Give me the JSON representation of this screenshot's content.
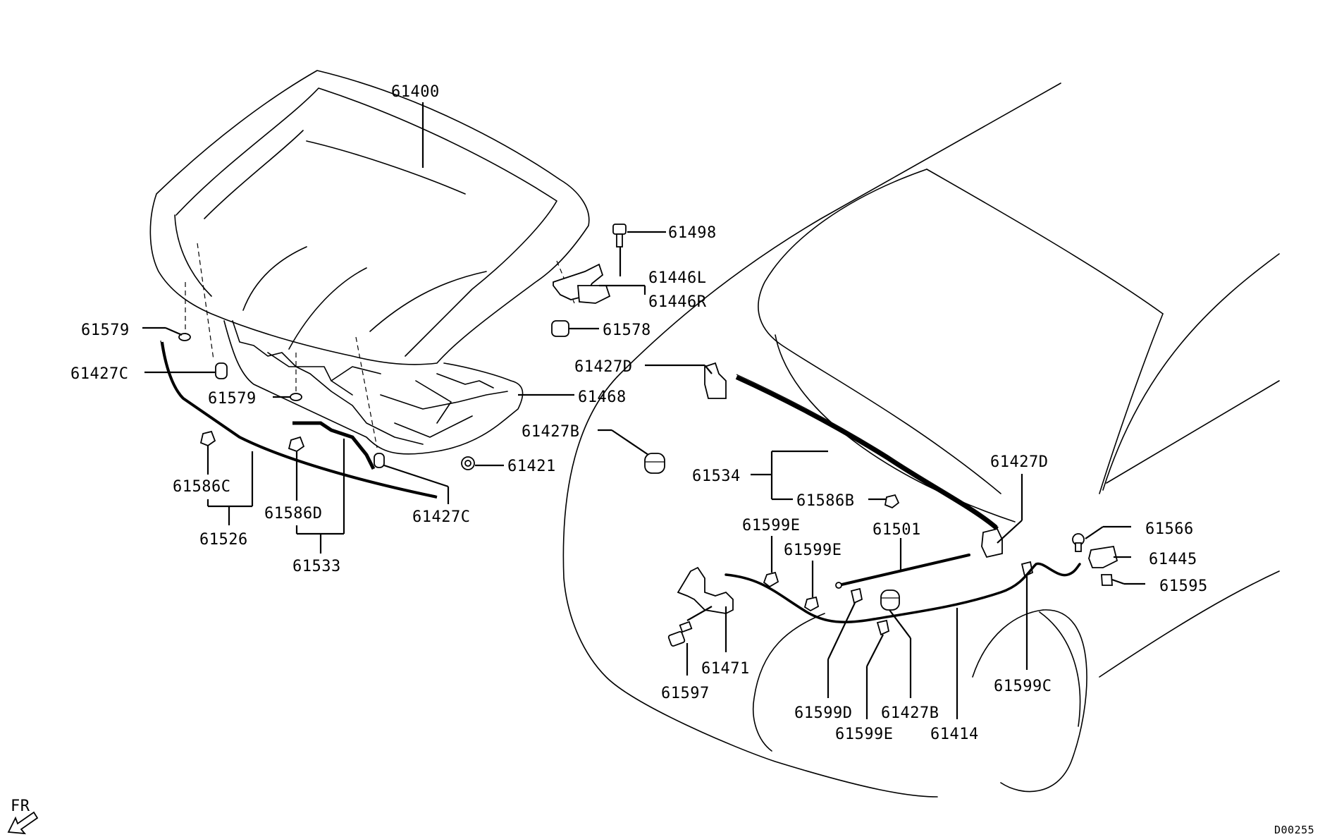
{
  "labels": {
    "p61400": "61400",
    "p61498": "61498",
    "p61446L": "61446L",
    "p61446R": "61446R",
    "p61578": "61578",
    "p61579a": "61579",
    "p61427Ca": "61427C",
    "p61579b": "61579",
    "p61468": "61468",
    "p61427Da": "61427D",
    "p61427Ba": "61427B",
    "p61421": "61421",
    "p61586C": "61586C",
    "p61526": "61526",
    "p61586D": "61586D",
    "p61533": "61533",
    "p61427Cb": "61427C",
    "p61534": "61534",
    "p61586B": "61586B",
    "p61427Db": "61427D",
    "p61599Ea": "61599E",
    "p61599Eb": "61599E",
    "p61501": "61501",
    "p61566": "61566",
    "p61445": "61445",
    "p61595": "61595",
    "p61471": "61471",
    "p61597": "61597",
    "p61599D": "61599D",
    "p61427Bb": "61427B",
    "p61414": "61414",
    "p61599Ec": "61599E",
    "p61599C": "61599C"
  },
  "direction": "FR",
  "diagram_code": "D00255"
}
